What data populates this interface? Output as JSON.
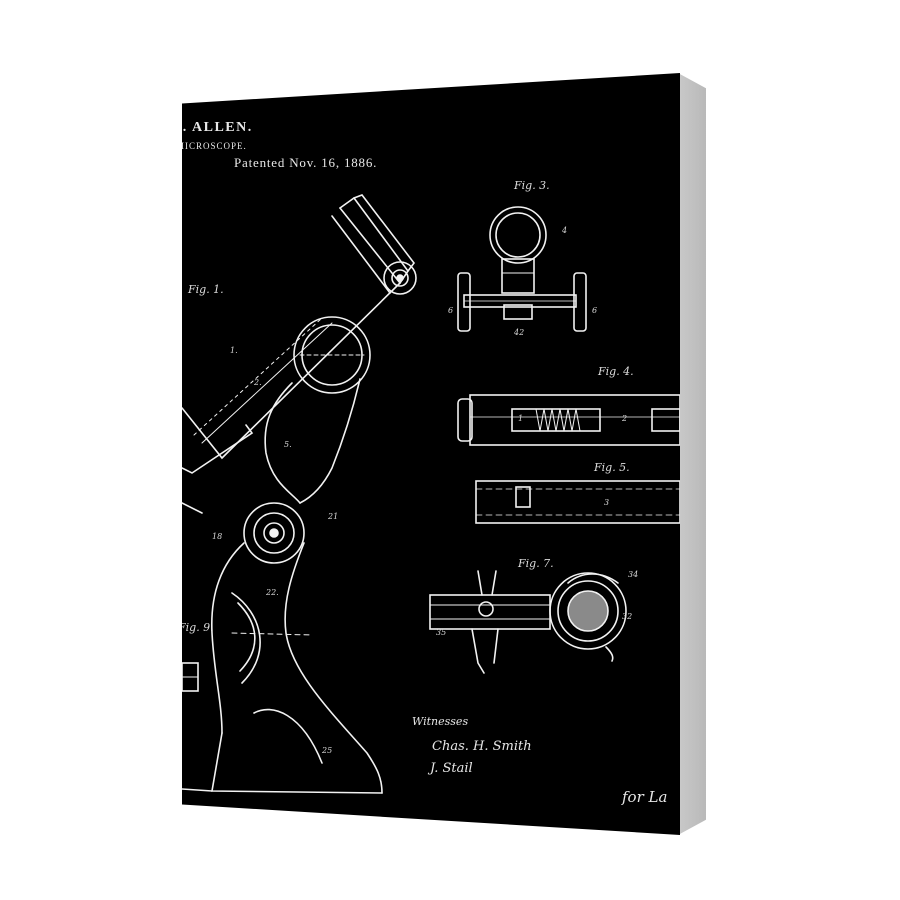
{
  "patent": {
    "inventor": "F. ALLEN.",
    "title": "MICROSCOPE.",
    "date": "Patented Nov. 16, 1886."
  },
  "figures": {
    "fig1": "Fig. 1.",
    "fig3": "Fig. 3.",
    "fig4": "Fig. 4.",
    "fig5": "Fig. 5.",
    "fig7": "Fig. 7.",
    "fig9": "Fig. 9."
  },
  "witnesses": {
    "label": "Witnesses",
    "name1": "Chas. H. Smith",
    "name2": "J. Stail"
  },
  "inventor_signature": "for La",
  "colors": {
    "canvas_front": "#000000",
    "canvas_side": "#c4c4c4",
    "ink": "#ffffff",
    "background": "#ffffff"
  }
}
